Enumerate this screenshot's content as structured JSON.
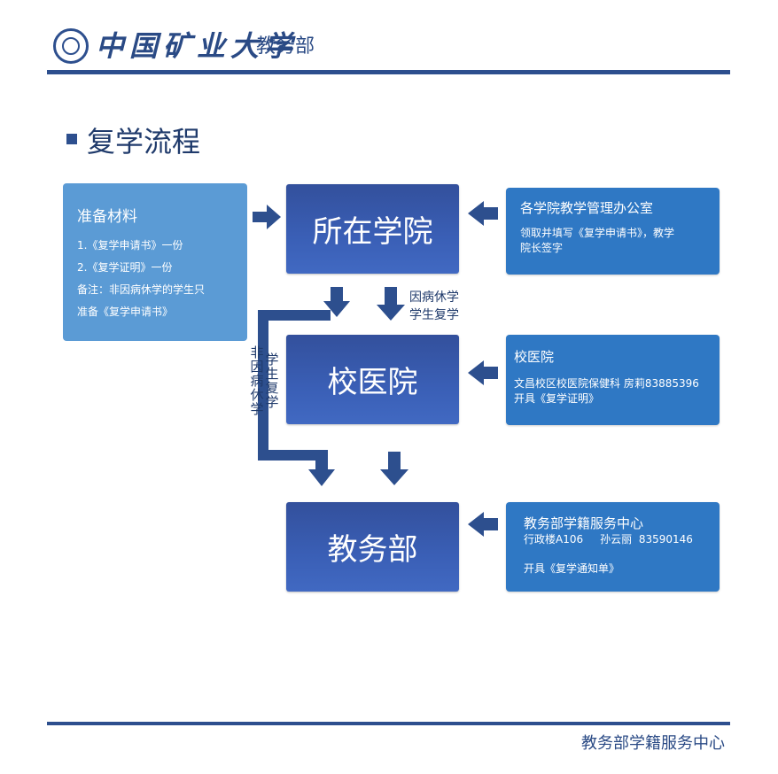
{
  "header": {
    "university": "中国矿业大学",
    "department": "教务部"
  },
  "section": {
    "title": "复学流程"
  },
  "preparation": {
    "title": "准备材料",
    "lines": [
      "1.《复学申请书》一份",
      "2.《复学证明》一份",
      "备注：非因病休学的学生只",
      "准备《复学申请书》"
    ]
  },
  "steps": {
    "college": "所在学院",
    "hospital": "校医院",
    "academic_affairs": "教务部"
  },
  "side_notes": {
    "college": {
      "title": "各学院教学管理办公室",
      "line1": "领取并填写《复学申请书》，教学",
      "line2": "院长签字"
    },
    "hospital": {
      "title": "校医院",
      "line1": "文昌校区校医院保健科  房莉83885396",
      "line2": "开具《复学证明》"
    },
    "academic_affairs": {
      "title": "教务部学籍服务中心",
      "line1": "行政楼A106     孙云丽  83590146",
      "line2": "开具《复学通知单》"
    }
  },
  "flow_labels": {
    "illness_line1": "因病休学",
    "illness_line2": "学生复学",
    "non_illness_col1": [
      "非",
      "因",
      "病",
      "休",
      "学"
    ],
    "non_illness_col2": [
      "学",
      "生",
      "复",
      "学"
    ]
  },
  "footer": {
    "text": "教务部学籍服务中心"
  }
}
